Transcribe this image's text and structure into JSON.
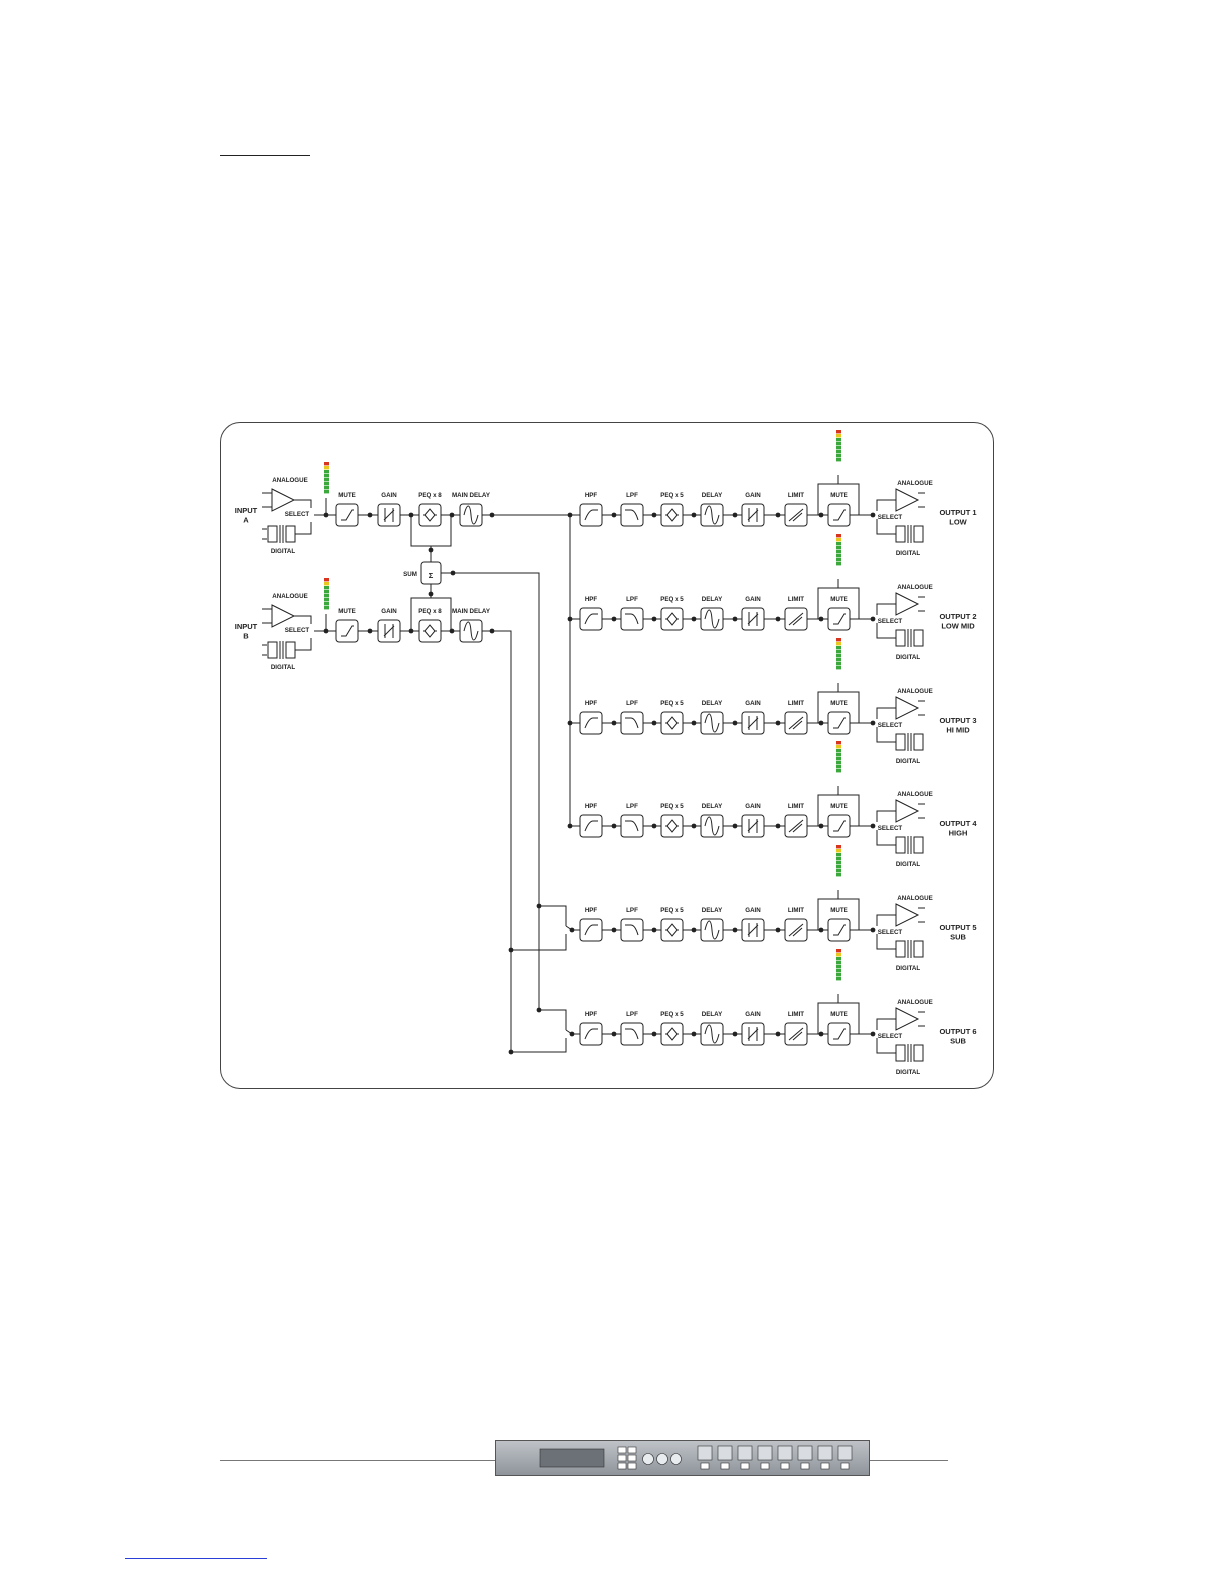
{
  "inputs": [
    {
      "name": "INPUT\nA",
      "chain": [
        "MUTE",
        "GAIN",
        "PEQ x 8",
        "MAIN DELAY"
      ],
      "analogue": "ANALOGUE",
      "digital": "DIGITAL",
      "select": "SELECT"
    },
    {
      "name": "INPUT\nB",
      "chain": [
        "MUTE",
        "GAIN",
        "PEQ x 8",
        "MAIN DELAY"
      ],
      "analogue": "ANALOGUE",
      "digital": "DIGITAL",
      "select": "SELECT"
    }
  ],
  "sum_label": "SUM",
  "sum_symbol": "Σ",
  "output_chain": [
    "HPF",
    "LPF",
    "PEQ x 5",
    "DELAY",
    "GAIN",
    "LIMIT",
    "MUTE"
  ],
  "outputs": [
    {
      "name": "OUTPUT 1\nLOW"
    },
    {
      "name": "OUTPUT 2\nLOW MID"
    },
    {
      "name": "OUTPUT 3\nHI MID"
    },
    {
      "name": "OUTPUT 4\nHIGH"
    },
    {
      "name": "OUTPUT 5\nSUB"
    },
    {
      "name": "OUTPUT 6\nSUB"
    }
  ],
  "labels": {
    "analogue": "ANALOGUE",
    "digital": "DIGITAL",
    "select": "SELECT"
  },
  "colors": {
    "line": "#222222",
    "meter_red": "#d8341e",
    "meter_yellow": "#e8c81c",
    "meter_green": "#3aa83a"
  }
}
